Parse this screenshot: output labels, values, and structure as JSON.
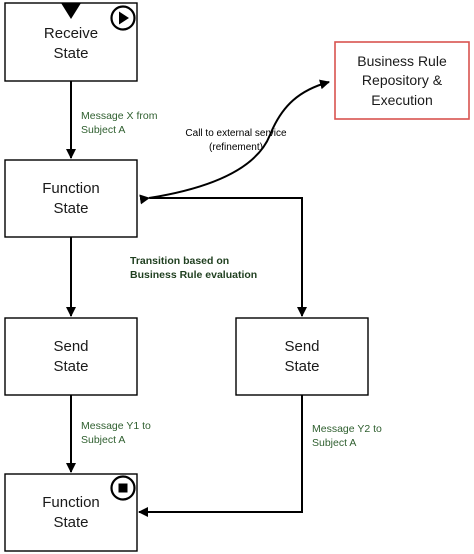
{
  "states": {
    "receive": {
      "line1": "Receive",
      "line2": "State"
    },
    "function_top": {
      "line1": "Function",
      "line2": "State"
    },
    "send_left": {
      "line1": "Send",
      "line2": "State"
    },
    "send_right": {
      "line1": "Send",
      "line2": "State"
    },
    "function_bottom": {
      "line1": "Function",
      "line2": "State"
    }
  },
  "business_rule": {
    "line1": "Business Rule",
    "line2": "Repository &",
    "line3": "Execution"
  },
  "edges": {
    "message_x": {
      "line1": "Message X from",
      "line2": "Subject A"
    },
    "call_external": {
      "line1": "Call to external service",
      "line2": "(refinement)"
    },
    "transition": {
      "line1": "Transition based on",
      "line2": "Business Rule evaluation"
    },
    "message_y1": {
      "line1": "Message Y1 to",
      "line2": "Subject A"
    },
    "message_y2": {
      "line1": "Message Y2 to",
      "line2": "Subject A"
    }
  },
  "colors": {
    "box_stroke": "#000000",
    "rule_stroke": "#d9534f",
    "message_text": "#2f5f2f"
  },
  "icons": [
    "start-play-icon",
    "end-stop-icon",
    "entry-marker-icon"
  ]
}
